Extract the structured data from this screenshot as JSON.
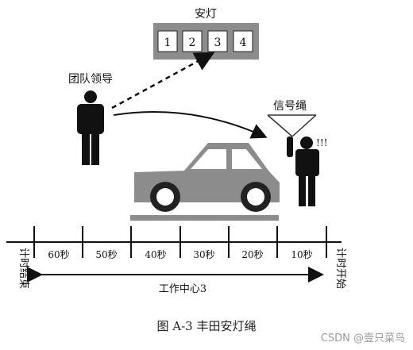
{
  "andon": {
    "label": "安灯",
    "lamps": [
      "1",
      "2",
      "3",
      "4"
    ]
  },
  "team_leader_label": "团队领导",
  "signal_cord_label": "信号绳",
  "worker_alert": "!!!",
  "timeline": {
    "segments": [
      "60秒",
      "50秒",
      "40秒",
      "30秒",
      "20秒",
      "10秒"
    ],
    "end_label": "计时结束",
    "start_label": "计时开始",
    "work_center_label": "工作中心3"
  },
  "caption": "图 A-3   丰田安灯绳",
  "watermark": "CSDN @壹只菜鸟"
}
